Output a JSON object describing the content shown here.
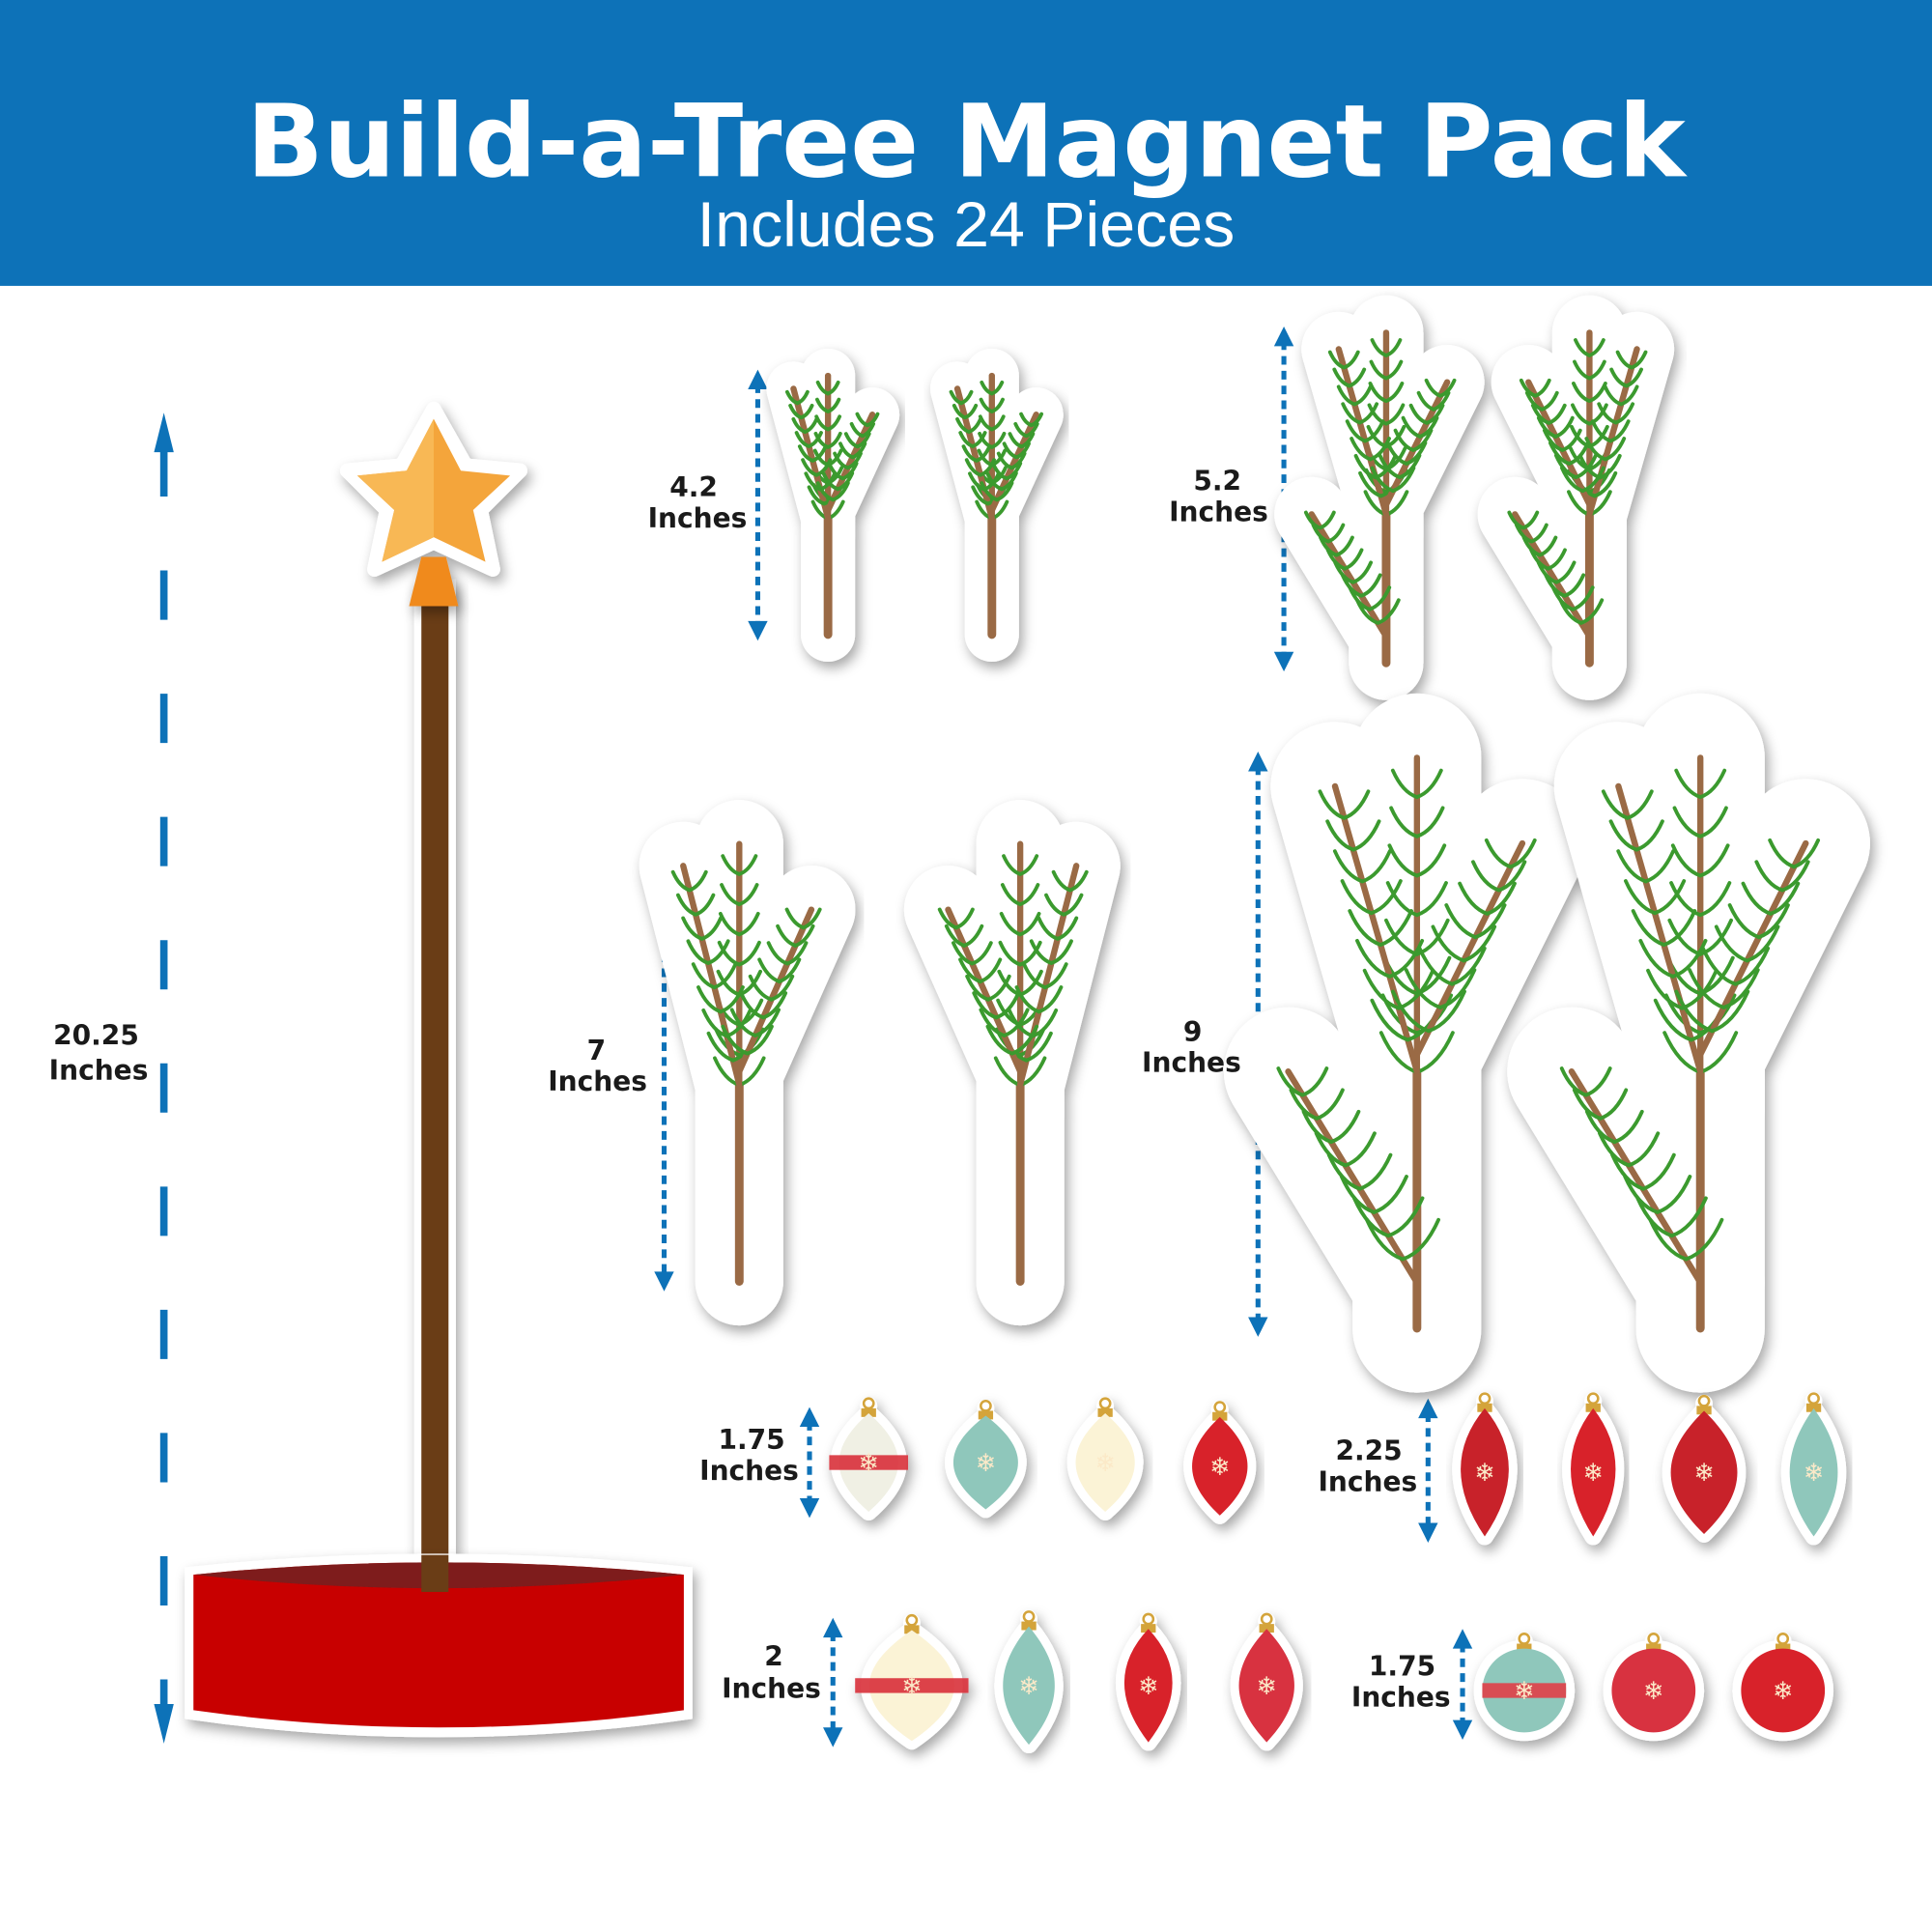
{
  "header": {
    "title": "Build-a-Tree Magnet Pack",
    "subtitle": "Includes 24 Pieces"
  },
  "colors": {
    "header_bg": "#0d72b8",
    "arrow": "#0d72b8",
    "stem": "#9a6b45",
    "needle": "#3a9a2e",
    "pole": "#6b3c12",
    "pot": "#c80000",
    "pot_rim": "#7e1c1c",
    "star": "#f4a53a"
  },
  "measurements": {
    "tree": {
      "value": "20.25",
      "unit": "Inches"
    },
    "branch_small": {
      "value": "4.2",
      "unit": "Inches"
    },
    "branch_medium": {
      "value": "5.2",
      "unit": "Inches"
    },
    "branch_large": {
      "value": "7",
      "unit": "Inches"
    },
    "branch_xlarge": {
      "value": "9",
      "unit": "Inches"
    },
    "ornament_row1": {
      "value": "1.75",
      "unit": "Inches"
    },
    "ornament_row2": {
      "value": "2.25",
      "unit": "Inches"
    },
    "ornament_row3": {
      "value": "2",
      "unit": "Inches"
    },
    "ornament_row4": {
      "value": "1.75",
      "unit": "Inches"
    }
  }
}
